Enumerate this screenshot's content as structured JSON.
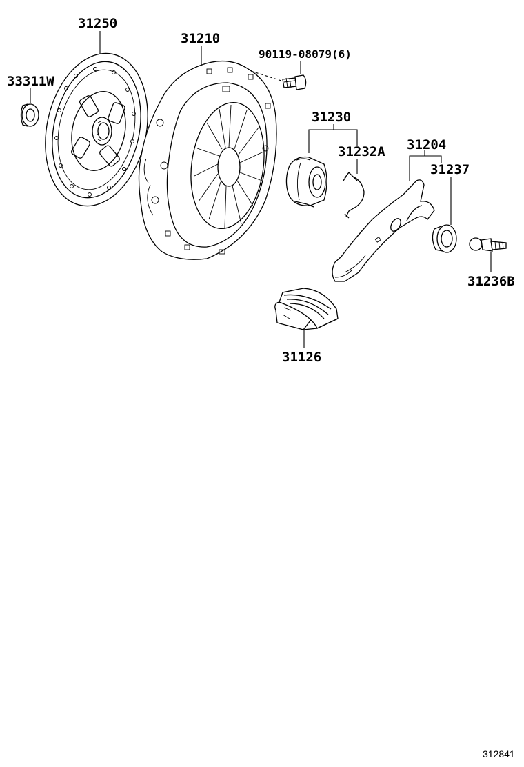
{
  "parts": {
    "clutch_disc": "31250",
    "input_shaft_bearing": "33311W",
    "clutch_cover": "31210",
    "bolt": "90119-08079(6)",
    "release_bearing_assy": "31230",
    "release_bearing_clip": "31232A",
    "release_fork_sub_assy": "31204",
    "fork_support_boot": "31237",
    "release_fork_support": "31236B",
    "release_fork_boot": "31126"
  },
  "figure_number": "312841"
}
